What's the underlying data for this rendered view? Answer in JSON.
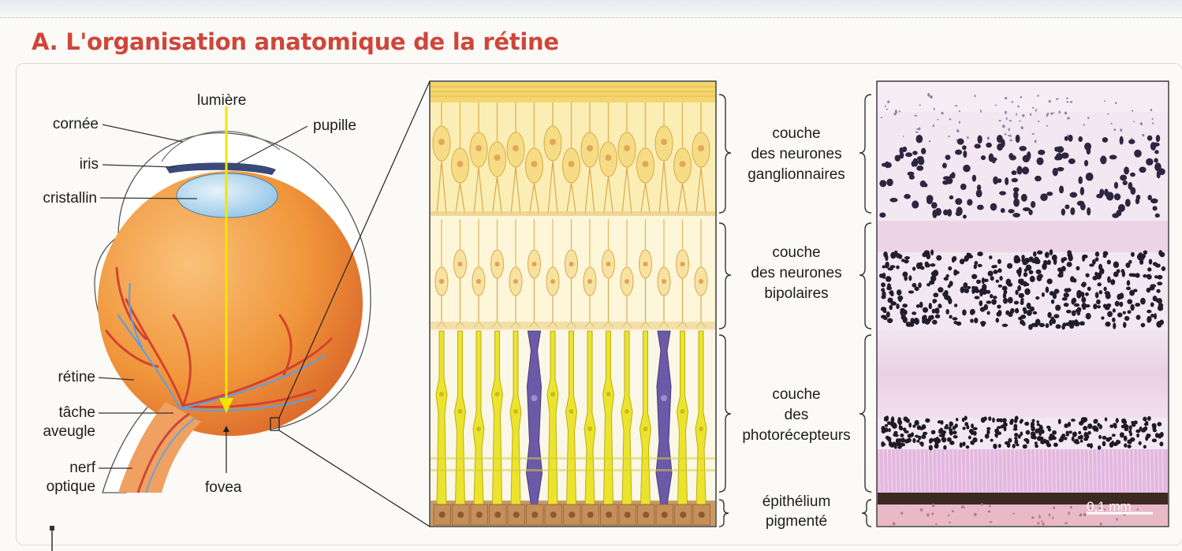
{
  "title": "A. L'organisation anatomique de la rétine",
  "eye_labels": {
    "lumiere": "lumière",
    "cornee": "cornée",
    "pupille": "pupille",
    "iris": "iris",
    "cristallin": "cristallin",
    "retine": "rétine",
    "tache_line1": "tâche",
    "tache_line2": "aveugle",
    "nerf_line1": "nerf",
    "nerf_line2": "optique",
    "fovea": "fovea"
  },
  "layers": [
    {
      "line1": "couche",
      "line2": "des neurones",
      "line3": "ganglionnaires"
    },
    {
      "line1": "couche",
      "line2": "des neurones",
      "line3": "bipolaires"
    },
    {
      "line1": "couche",
      "line2": "des",
      "line3": "photorécepteurs"
    },
    {
      "line1": "épithélium",
      "line2": "pigmenté"
    }
  ],
  "scale_bar": "0,1 mm",
  "colors": {
    "title": "#d0453a",
    "eyeball": "#f0953a",
    "cells": "#f6df8a",
    "rods": "#e9e52a",
    "cones": "#6a5aa8",
    "tissue": "#e8cfe4",
    "nuclei": "#2a2236"
  }
}
